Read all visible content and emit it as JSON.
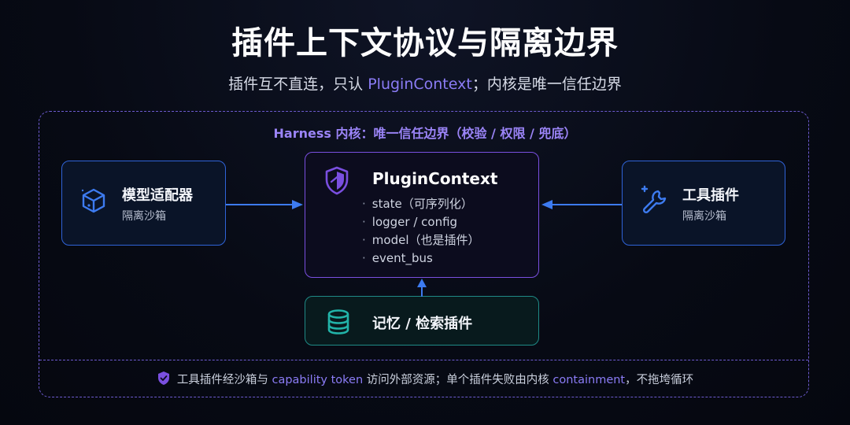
{
  "title": "插件上下文协议与隔离边界",
  "subtitle": {
    "prefix": "插件互不直连，只认 ",
    "highlight": "PluginContext",
    "suffix": "；内核是唯一信任边界"
  },
  "harness": {
    "label": "Harness 内核：唯一信任边界（校验 / 权限 / 兜底）"
  },
  "left_box": {
    "icon": "cube-icon",
    "title": "模型适配器",
    "subtitle": "隔离沙箱"
  },
  "center_box": {
    "icon": "shield-icon",
    "title": "PluginContext",
    "items": [
      "state（可序列化）",
      "logger / config",
      "model（也是插件）",
      "event_bus"
    ]
  },
  "right_box": {
    "icon": "wrench-sparkle-icon",
    "title": "工具插件",
    "subtitle": "隔离沙箱"
  },
  "bottom_box": {
    "icon": "database-icon",
    "title": "记忆 / 检索插件"
  },
  "footer": {
    "icon": "shield-check-icon",
    "text1": "工具插件经沙箱与 ",
    "hl1": "capability token",
    "text2": " 访问外部资源；单个插件失败由内核 ",
    "hl2": "containment",
    "text3": "，不拖垮循环"
  },
  "colors": {
    "accent_purple": "#8b7cf6",
    "blue_border": "#2f63d8",
    "purple_border": "#7a4fe0",
    "teal_border": "#1f8a86",
    "arrow": "#3d7bf0"
  }
}
